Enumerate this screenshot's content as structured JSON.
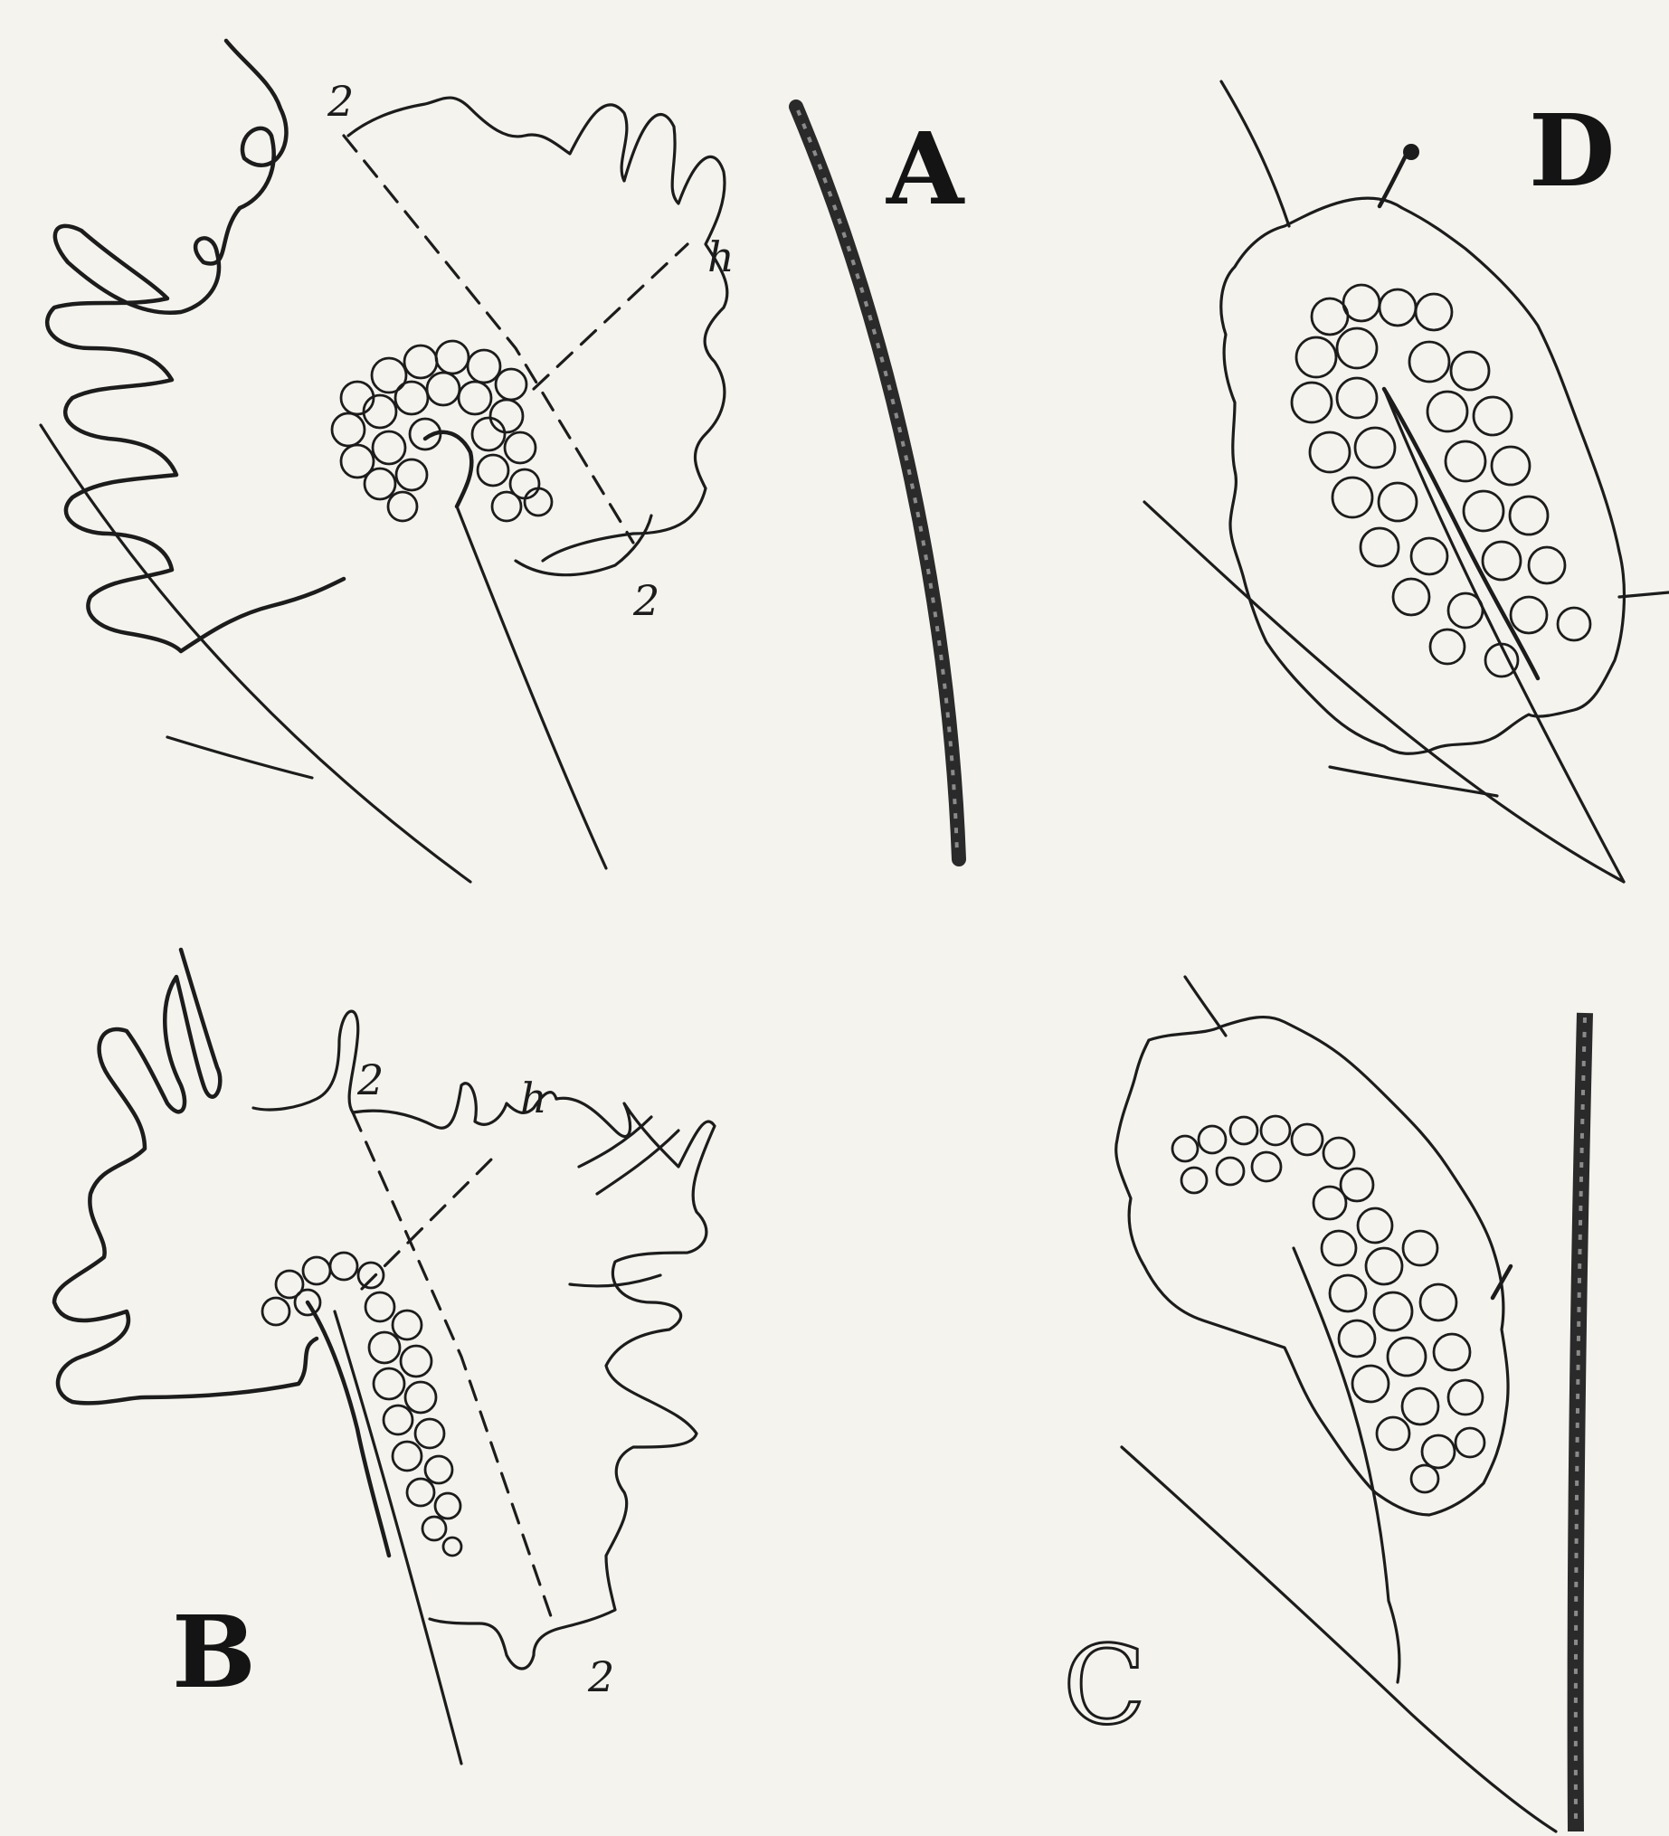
{
  "panels": [
    {
      "label": "A",
      "markers": [
        "2",
        "h",
        "2"
      ]
    },
    {
      "label": "B",
      "markers": [
        "2",
        "h",
        "2"
      ]
    },
    {
      "label": "C",
      "markers": []
    },
    {
      "label": "D",
      "markers": []
    }
  ]
}
